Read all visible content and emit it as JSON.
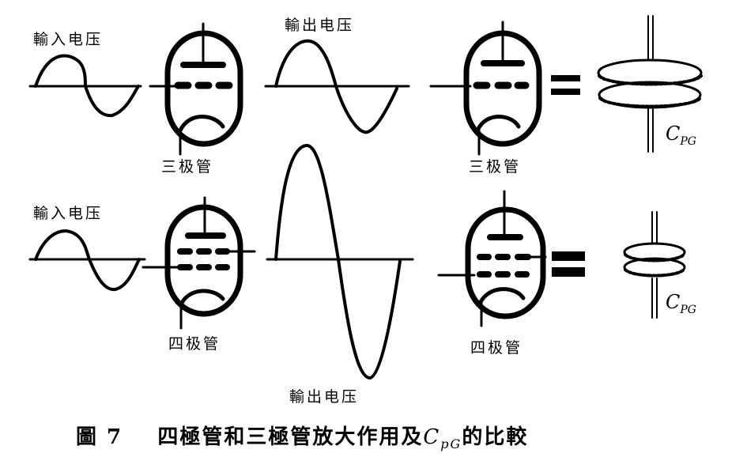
{
  "diagram": {
    "top_row": {
      "input_label": "輸入电压",
      "tube_label": "三极管",
      "output_label": "輸出电压",
      "tube2_label": "三极管",
      "capacitor_label_main": "C",
      "capacitor_label_sub": "PG"
    },
    "bottom_row": {
      "input_label": "輸入电压",
      "tube_label": "四极管",
      "output_label": "輸出电压",
      "tube2_label": "四极管",
      "capacitor_label_main": "C",
      "capacitor_label_sub": "PG"
    },
    "caption": {
      "figure_number": "圖 7",
      "text": "四極管和三極管放大作用及",
      "symbol_main": "C",
      "symbol_sub": "pG",
      "text_after": "的比較"
    }
  },
  "colors": {
    "ink": "#000000",
    "paper": "#ffffff"
  }
}
